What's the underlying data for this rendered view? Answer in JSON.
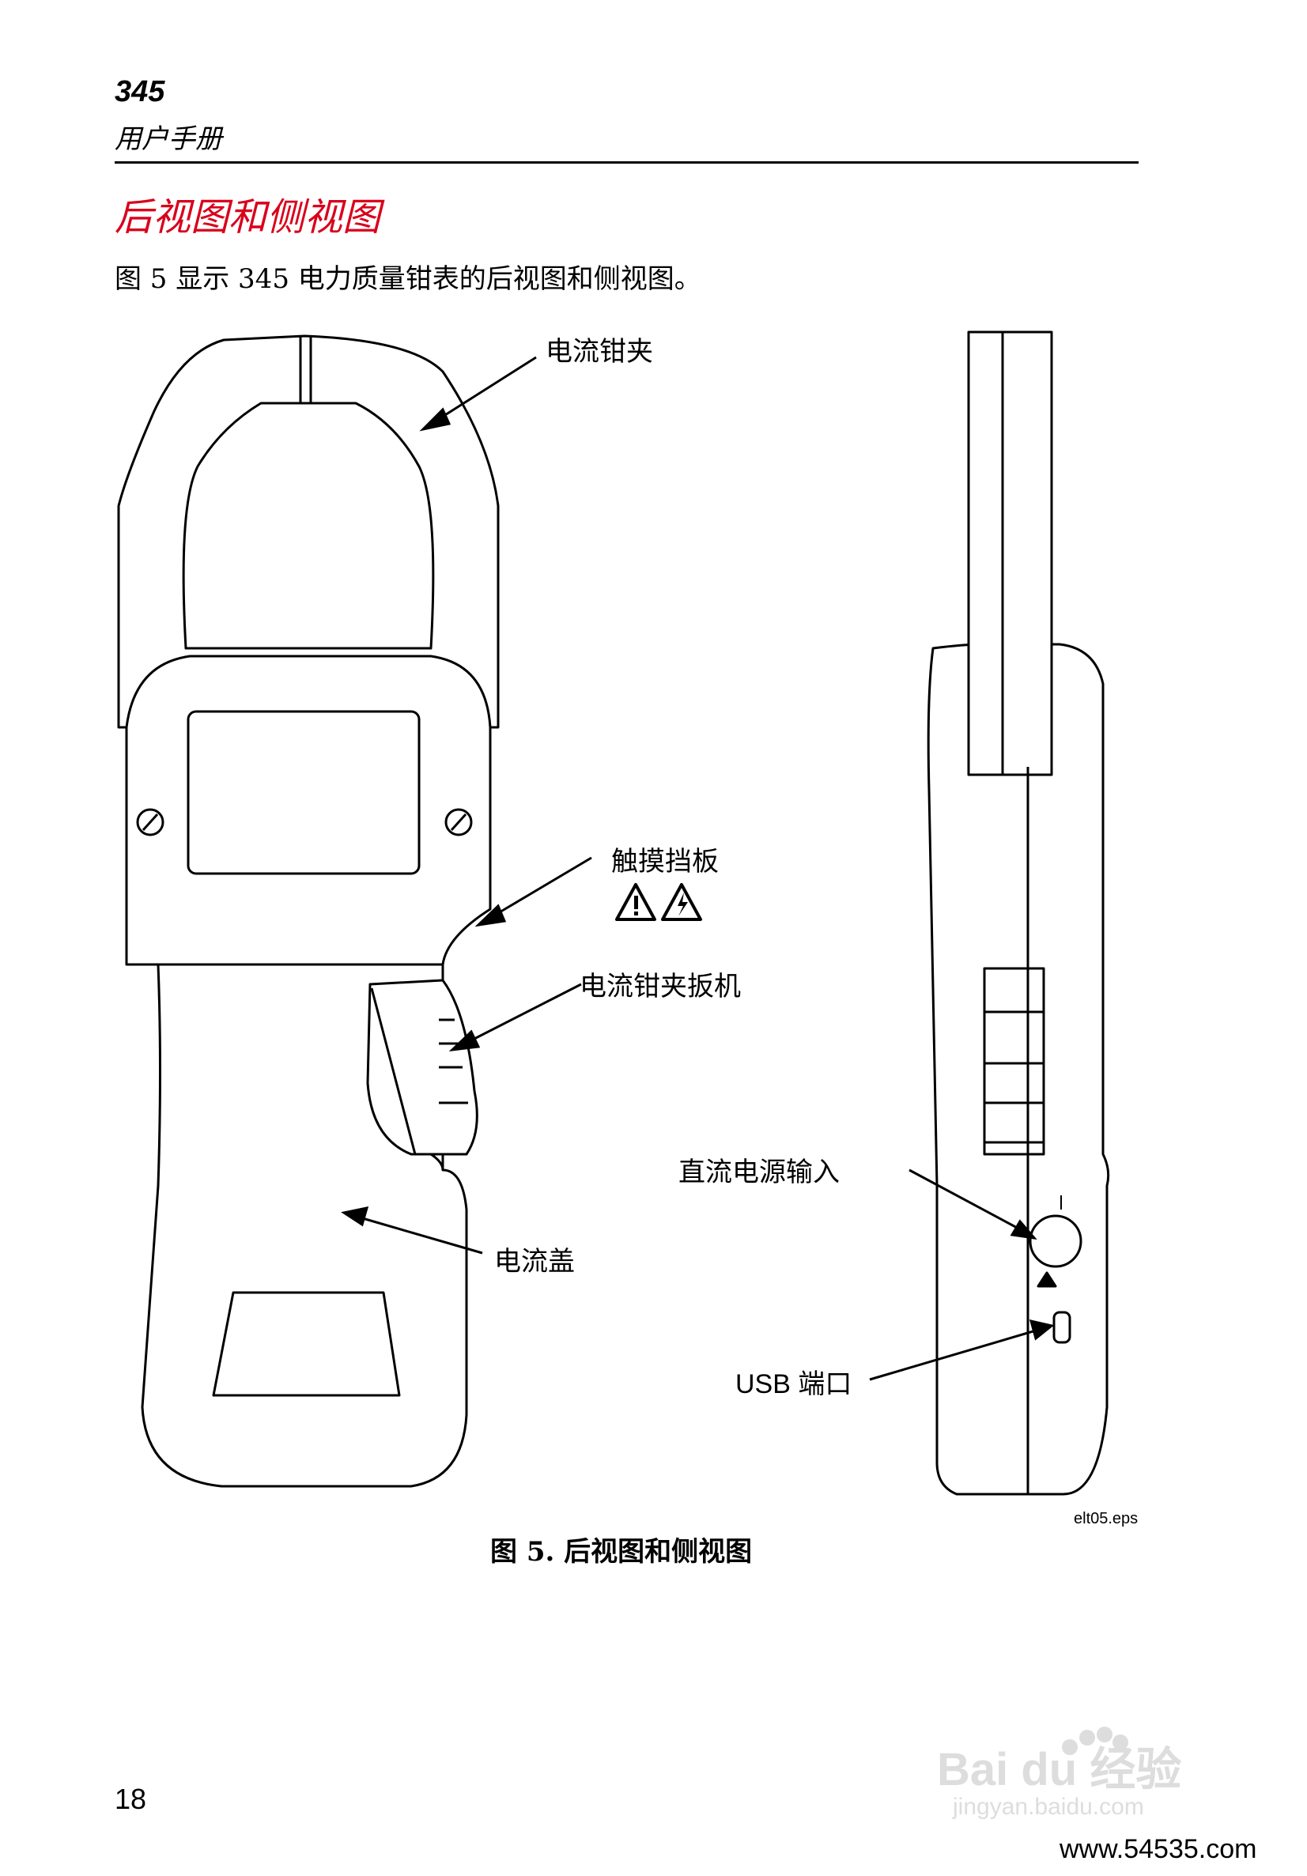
{
  "header": {
    "model": "345",
    "subtitle": "用户手册"
  },
  "section_title": "后视图和侧视图",
  "intro_text": "图 5 显示 345 电力质量钳表的后视图和侧视图。",
  "labels": {
    "clamp_jaw": "电流钳夹",
    "touch_barrier": "触摸挡板",
    "jaw_trigger": "电流钳夹扳机",
    "current_cover": "电流盖",
    "dc_input": "直流电源输入",
    "usb_port": "USB 端口"
  },
  "figure": {
    "file_code": "elt05.eps",
    "caption": "图 5. 后视图和侧视图"
  },
  "page_number": "18",
  "watermark": {
    "brand": "Bai du 经验",
    "url": "jingyan.baidu.com",
    "site": "www.54535.com"
  }
}
